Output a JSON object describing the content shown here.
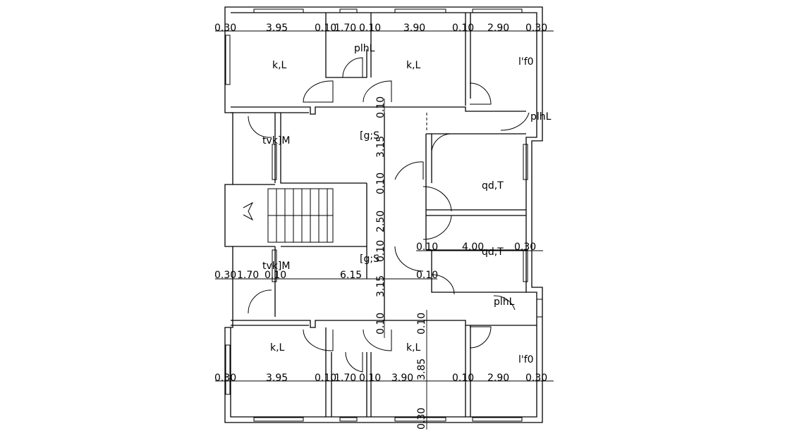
{
  "plan": {
    "rooms": {
      "r1": "k,L",
      "r2": "k,L",
      "r3": "l'f0",
      "r4": "plhL",
      "r5": "plhL",
      "r6": "tvk]M",
      "r7": "[g;S",
      "r8": "qd,T",
      "r9": "qd,T",
      "r10": "tvk]M",
      "r11": "[g;S",
      "r12": "plhL",
      "r13": "k,L",
      "r14": "k,L",
      "r15": "l'f0"
    },
    "dims": {
      "top": [
        "0.30",
        "3.95",
        "0.10",
        "1.70",
        "0.10",
        "3.90",
        "0.10",
        "2.90",
        "0.30"
      ],
      "bottom": [
        "0.30",
        "3.95",
        "0.10",
        "1.70",
        "0.10",
        "3.90",
        "0.10",
        "2.90",
        "0.30"
      ],
      "middle": [
        "0.30",
        "1.70",
        "0.10",
        "6.15",
        "0.10"
      ],
      "right_mid": [
        "0.10",
        "4.00",
        "0.30"
      ],
      "vertical_center": [
        "0.10",
        "3.15",
        "0.10",
        "2.50",
        "0.10",
        "3.15",
        "0.10"
      ],
      "vertical_low": [
        "0.10",
        "3.85",
        "0.30"
      ]
    }
  }
}
